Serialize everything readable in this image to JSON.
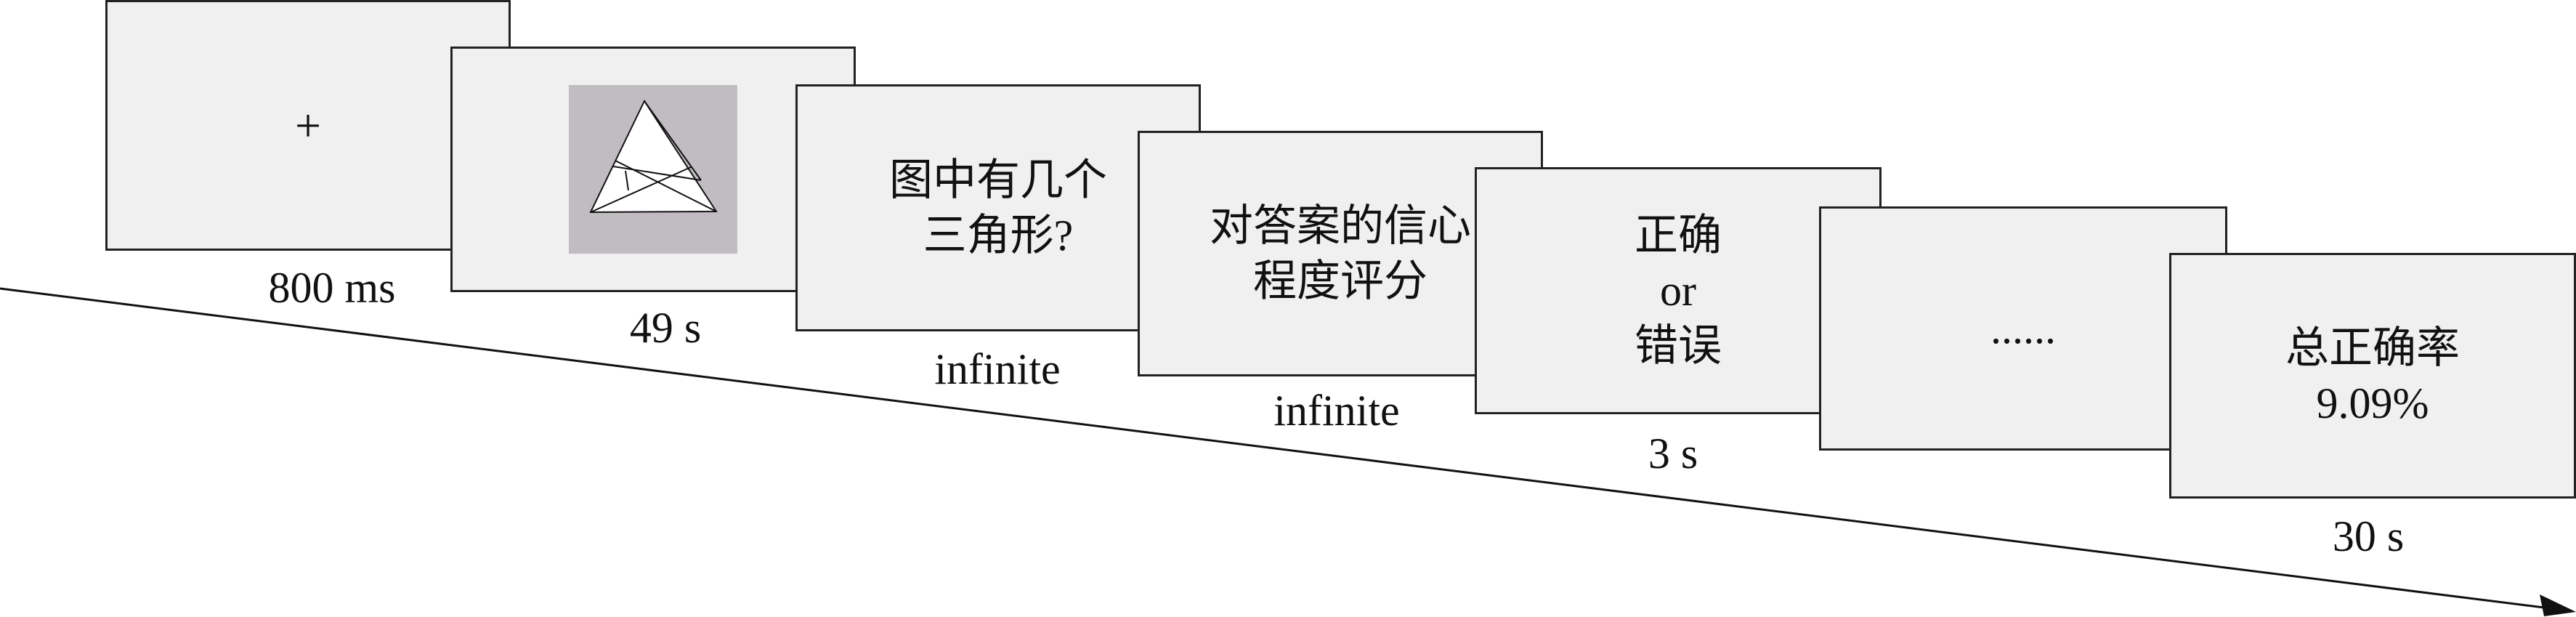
{
  "screens": [
    {
      "content": "+",
      "duration": "800 ms"
    },
    {
      "content": "",
      "duration": "49 s",
      "stimulus": "triangle-figure"
    },
    {
      "content": "图中有几个\n三角形?",
      "duration": "infinite"
    },
    {
      "content": "对答案的信心\n程度评分",
      "duration": "infinite"
    },
    {
      "content": "正确\nor\n错误",
      "duration": "3 s"
    },
    {
      "content": "......",
      "duration": ""
    },
    {
      "content": "总正确率\n9.09%",
      "duration": "30 s"
    }
  ],
  "colors": {
    "screen_fill": "#f0f0f0",
    "stimulus_background": "#c1bcc1",
    "stroke": "#222222"
  }
}
